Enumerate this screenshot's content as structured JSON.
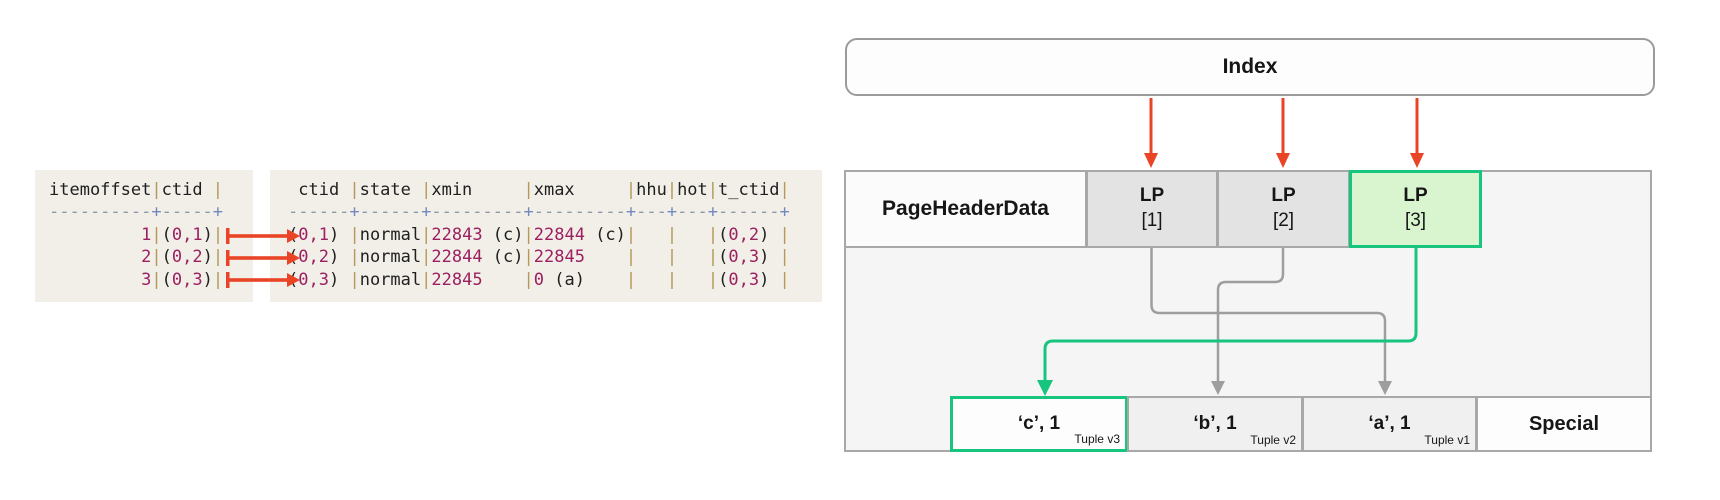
{
  "colors": {
    "arrow-red": "#ea4426",
    "accent-green": "#17c57e",
    "lp-highlight-fill": "#d9f5d0",
    "line-gray": "#9e9e9e",
    "border-gray": "#a8a8a8",
    "index-border": "#9b9b9b",
    "page-bg": "#f5f5f5",
    "lp-fill": "#e3e3e3",
    "tuple-fill": "#f0f0f0",
    "cell-white": "#fdfdfd",
    "terminal-bg": "#f2efe8",
    "term-text": "#202020",
    "term-pipe": "#b5985a",
    "term-dash": "#8c98a4",
    "term-plus": "#7488c0",
    "term-value": "#9c1f60"
  },
  "terminal": {
    "itemoffset_table_lines": [
      [
        {
          "s": "itemoffset",
          "k": "t"
        },
        {
          "s": "|",
          "k": "p"
        },
        {
          "s": "ctid ",
          "k": "t"
        },
        {
          "s": "|",
          "k": "p"
        }
      ],
      [
        {
          "s": "----------",
          "k": "d"
        },
        {
          "s": "+",
          "k": "x"
        },
        {
          "s": "-----",
          "k": "d"
        },
        {
          "s": "+",
          "k": "x"
        }
      ],
      [
        {
          "s": "         ",
          "k": "t"
        },
        {
          "s": "1",
          "k": "v"
        },
        {
          "s": "|",
          "k": "p"
        },
        {
          "s": "(",
          "k": "t"
        },
        {
          "s": "0,1",
          "k": "v"
        },
        {
          "s": ")",
          "k": "t"
        },
        {
          "s": "|",
          "k": "p"
        }
      ],
      [
        {
          "s": "         ",
          "k": "t"
        },
        {
          "s": "2",
          "k": "v"
        },
        {
          "s": "|",
          "k": "p"
        },
        {
          "s": "(",
          "k": "t"
        },
        {
          "s": "0,2",
          "k": "v"
        },
        {
          "s": ")",
          "k": "t"
        },
        {
          "s": "|",
          "k": "p"
        }
      ],
      [
        {
          "s": "         ",
          "k": "t"
        },
        {
          "s": "3",
          "k": "v"
        },
        {
          "s": "|",
          "k": "p"
        },
        {
          "s": "(",
          "k": "t"
        },
        {
          "s": "0,3",
          "k": "v"
        },
        {
          "s": ")",
          "k": "t"
        },
        {
          "s": "|",
          "k": "p"
        }
      ]
    ],
    "heap_table_lines": [
      [
        {
          "s": " ctid ",
          "k": "t"
        },
        {
          "s": "|",
          "k": "p"
        },
        {
          "s": "state ",
          "k": "t"
        },
        {
          "s": "|",
          "k": "p"
        },
        {
          "s": "xmin     ",
          "k": "t"
        },
        {
          "s": "|",
          "k": "p"
        },
        {
          "s": "xmax     ",
          "k": "t"
        },
        {
          "s": "|",
          "k": "p"
        },
        {
          "s": "hhu",
          "k": "t"
        },
        {
          "s": "|",
          "k": "p"
        },
        {
          "s": "hot",
          "k": "t"
        },
        {
          "s": "|",
          "k": "p"
        },
        {
          "s": "t_ctid",
          "k": "t"
        },
        {
          "s": "|",
          "k": "p"
        }
      ],
      [
        {
          "s": "------",
          "k": "d"
        },
        {
          "s": "+",
          "k": "x"
        },
        {
          "s": "------",
          "k": "d"
        },
        {
          "s": "+",
          "k": "x"
        },
        {
          "s": "---------",
          "k": "d"
        },
        {
          "s": "+",
          "k": "x"
        },
        {
          "s": "---------",
          "k": "d"
        },
        {
          "s": "+",
          "k": "x"
        },
        {
          "s": "---",
          "k": "d"
        },
        {
          "s": "+",
          "k": "x"
        },
        {
          "s": "---",
          "k": "d"
        },
        {
          "s": "+",
          "k": "x"
        },
        {
          "s": "------",
          "k": "d"
        },
        {
          "s": "+",
          "k": "x"
        }
      ],
      [
        {
          "s": "(",
          "k": "t"
        },
        {
          "s": "0,1",
          "k": "v"
        },
        {
          "s": ") ",
          "k": "t"
        },
        {
          "s": "|",
          "k": "p"
        },
        {
          "s": "normal",
          "k": "t"
        },
        {
          "s": "|",
          "k": "p"
        },
        {
          "s": "22843",
          "k": "v"
        },
        {
          "s": " (c)",
          "k": "t"
        },
        {
          "s": "|",
          "k": "p"
        },
        {
          "s": "22844",
          "k": "v"
        },
        {
          "s": " (c)",
          "k": "t"
        },
        {
          "s": "|",
          "k": "p"
        },
        {
          "s": "   ",
          "k": "t"
        },
        {
          "s": "|",
          "k": "p"
        },
        {
          "s": "   ",
          "k": "t"
        },
        {
          "s": "|",
          "k": "p"
        },
        {
          "s": "(",
          "k": "t"
        },
        {
          "s": "0,2",
          "k": "v"
        },
        {
          "s": ") ",
          "k": "t"
        },
        {
          "s": "|",
          "k": "p"
        }
      ],
      [
        {
          "s": "(",
          "k": "t"
        },
        {
          "s": "0,2",
          "k": "v"
        },
        {
          "s": ") ",
          "k": "t"
        },
        {
          "s": "|",
          "k": "p"
        },
        {
          "s": "normal",
          "k": "t"
        },
        {
          "s": "|",
          "k": "p"
        },
        {
          "s": "22844",
          "k": "v"
        },
        {
          "s": " (c)",
          "k": "t"
        },
        {
          "s": "|",
          "k": "p"
        },
        {
          "s": "22845",
          "k": "v"
        },
        {
          "s": "    ",
          "k": "t"
        },
        {
          "s": "|",
          "k": "p"
        },
        {
          "s": "   ",
          "k": "t"
        },
        {
          "s": "|",
          "k": "p"
        },
        {
          "s": "   ",
          "k": "t"
        },
        {
          "s": "|",
          "k": "p"
        },
        {
          "s": "(",
          "k": "t"
        },
        {
          "s": "0,3",
          "k": "v"
        },
        {
          "s": ") ",
          "k": "t"
        },
        {
          "s": "|",
          "k": "p"
        }
      ],
      [
        {
          "s": "(",
          "k": "t"
        },
        {
          "s": "0,3",
          "k": "v"
        },
        {
          "s": ") ",
          "k": "t"
        },
        {
          "s": "|",
          "k": "p"
        },
        {
          "s": "normal",
          "k": "t"
        },
        {
          "s": "|",
          "k": "p"
        },
        {
          "s": "22845",
          "k": "v"
        },
        {
          "s": "    ",
          "k": "t"
        },
        {
          "s": "|",
          "k": "p"
        },
        {
          "s": "0",
          "k": "v"
        },
        {
          "s": " (a)    ",
          "k": "t"
        },
        {
          "s": "|",
          "k": "p"
        },
        {
          "s": "   ",
          "k": "t"
        },
        {
          "s": "|",
          "k": "p"
        },
        {
          "s": "   ",
          "k": "t"
        },
        {
          "s": "|",
          "k": "p"
        },
        {
          "s": "(",
          "k": "t"
        },
        {
          "s": "0,3",
          "k": "v"
        },
        {
          "s": ") ",
          "k": "t"
        },
        {
          "s": "|",
          "k": "p"
        }
      ]
    ]
  },
  "diagram": {
    "index_label": "Index",
    "page": {
      "header_label": "PageHeaderData",
      "line_pointers": [
        {
          "label": "LP",
          "sub": "[1]"
        },
        {
          "label": "LP",
          "sub": "[2]"
        },
        {
          "label": "LP",
          "sub": "[3]"
        }
      ],
      "tuples": [
        {
          "value": "‘c’, 1",
          "tag": "Tuple v3"
        },
        {
          "value": "‘b’, 1",
          "tag": "Tuple v2"
        },
        {
          "value": "‘a’, 1",
          "tag": "Tuple v1"
        }
      ],
      "special_label": "Special"
    }
  }
}
